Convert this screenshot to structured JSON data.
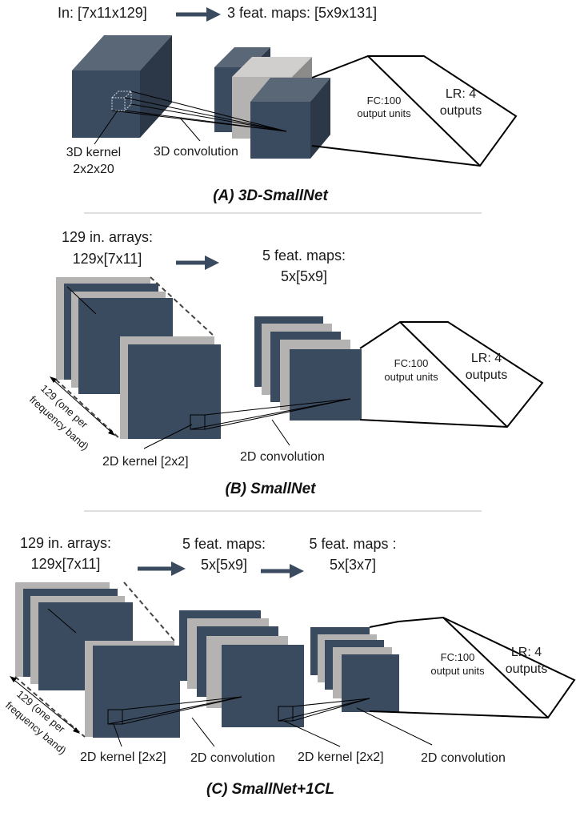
{
  "colors": {
    "block": "#3a4a5f",
    "block_top": "#5a6777",
    "block_side": "#2c3847",
    "grey": "#b5b3b1",
    "arrow": "#3a4a5f",
    "line": "#000000",
    "divider": "#bdbdbd"
  },
  "panel_a": {
    "input": "In: [7x11x129]",
    "output": "3 feat. maps: [5x9x131]",
    "fc_line1": "FC:100",
    "fc_line2": "output  units",
    "lr_line1": "LR: 4",
    "lr_line2": "outputs",
    "kernel_line1": "3D kernel",
    "kernel_line2": "2x2x20",
    "conv": "3D convolution",
    "caption": "(A) 3D-SmallNet"
  },
  "panel_b": {
    "input_line1": "129 in. arrays:",
    "input_line2": "129x[7x11]",
    "output_line1": "5 feat. maps:",
    "output_line2": "5x[5x9]",
    "depth_line1": "129 (one per",
    "depth_line2": "frequency band)",
    "kernel": "2D kernel [2x2]",
    "conv": "2D convolution",
    "fc_line1": "FC:100",
    "fc_line2": "output units",
    "lr_line1": "LR: 4",
    "lr_line2": "outputs",
    "caption": "(B) SmallNet"
  },
  "panel_c": {
    "input_line1": "129 in. arrays:",
    "input_line2": "129x[7x11]",
    "mid_line1": "5 feat. maps:",
    "mid_line2": "5x[5x9]",
    "out_line1": "5 feat. maps :",
    "out_line2": "5x[3x7]",
    "depth_line1": "129 (one per",
    "depth_line2": "frequency band)",
    "kernel1": "2D kernel [2x2]",
    "conv1": "2D convolution",
    "kernel2": "2D kernel [2x2]",
    "conv2": "2D convolution",
    "fc_line1": "FC:100",
    "fc_line2": "output units",
    "lr_line1": "LR: 4",
    "lr_line2": "outputs",
    "caption": "(C) SmallNet+1CL"
  }
}
